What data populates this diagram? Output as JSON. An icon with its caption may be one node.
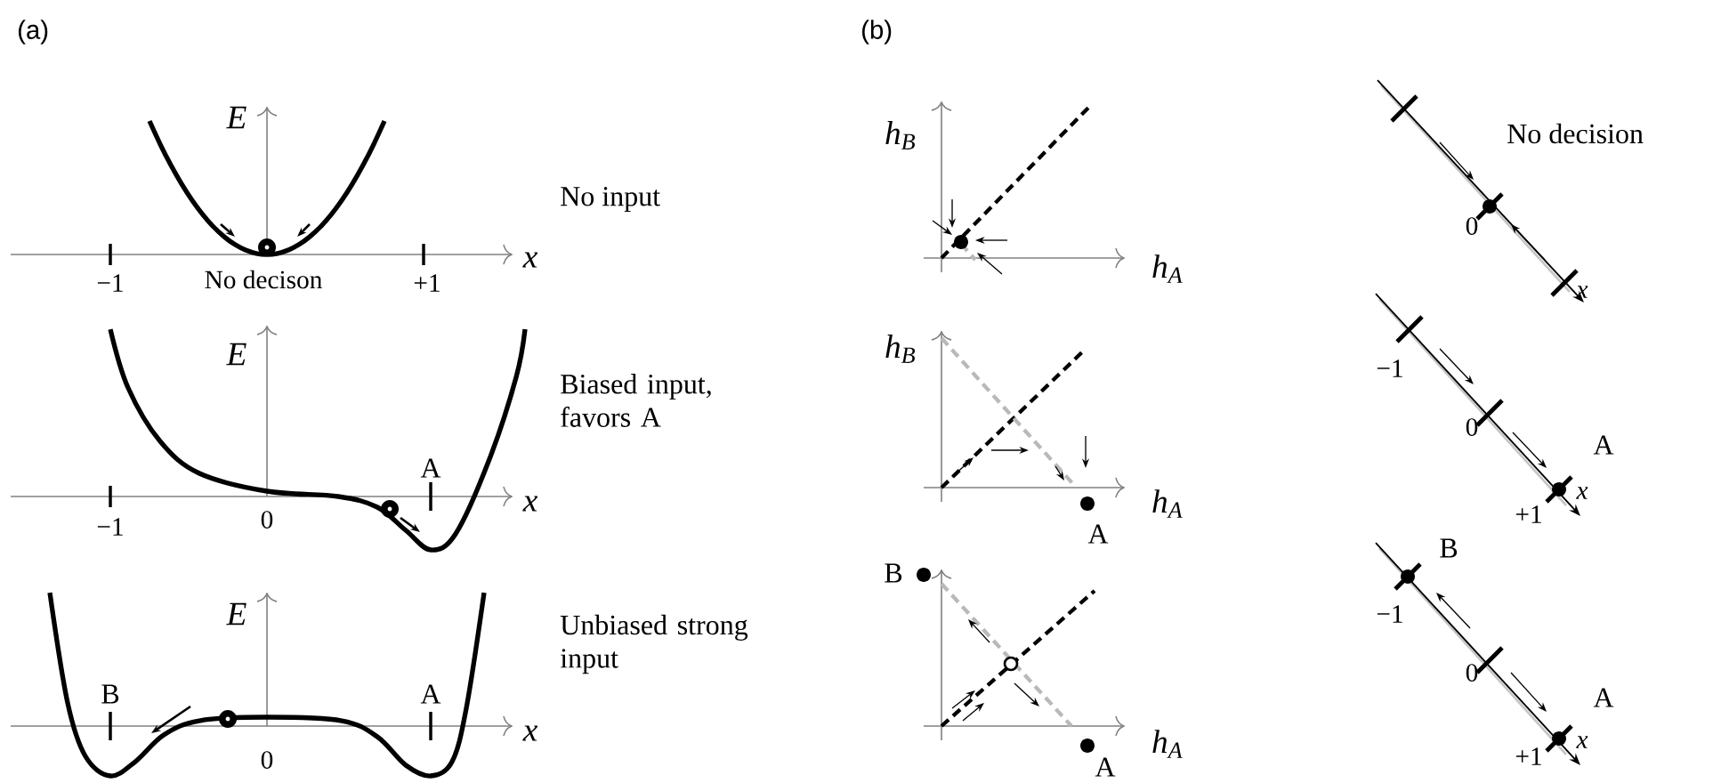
{
  "diagram": {
    "labels": [
      "(a)",
      "(b)",
      "E",
      "x",
      "−1",
      "No decison",
      "+1",
      "No input",
      "h$_{B}$",
      "h$_{A}$",
      "No decision",
      "0",
      "x",
      "E",
      "Biased input, favors A",
      "A",
      "x",
      "−1",
      "0",
      "h$_{B}$",
      "h$_{A}$",
      "A",
      "−1",
      "0",
      "A",
      "+1",
      "x",
      "E",
      "Unbiased strong input",
      "B",
      "A",
      "x",
      "0",
      "B",
      "h$_{A}$",
      "A",
      "B",
      "−1",
      "0",
      "A",
      "+1",
      "x"
    ]
  }
}
